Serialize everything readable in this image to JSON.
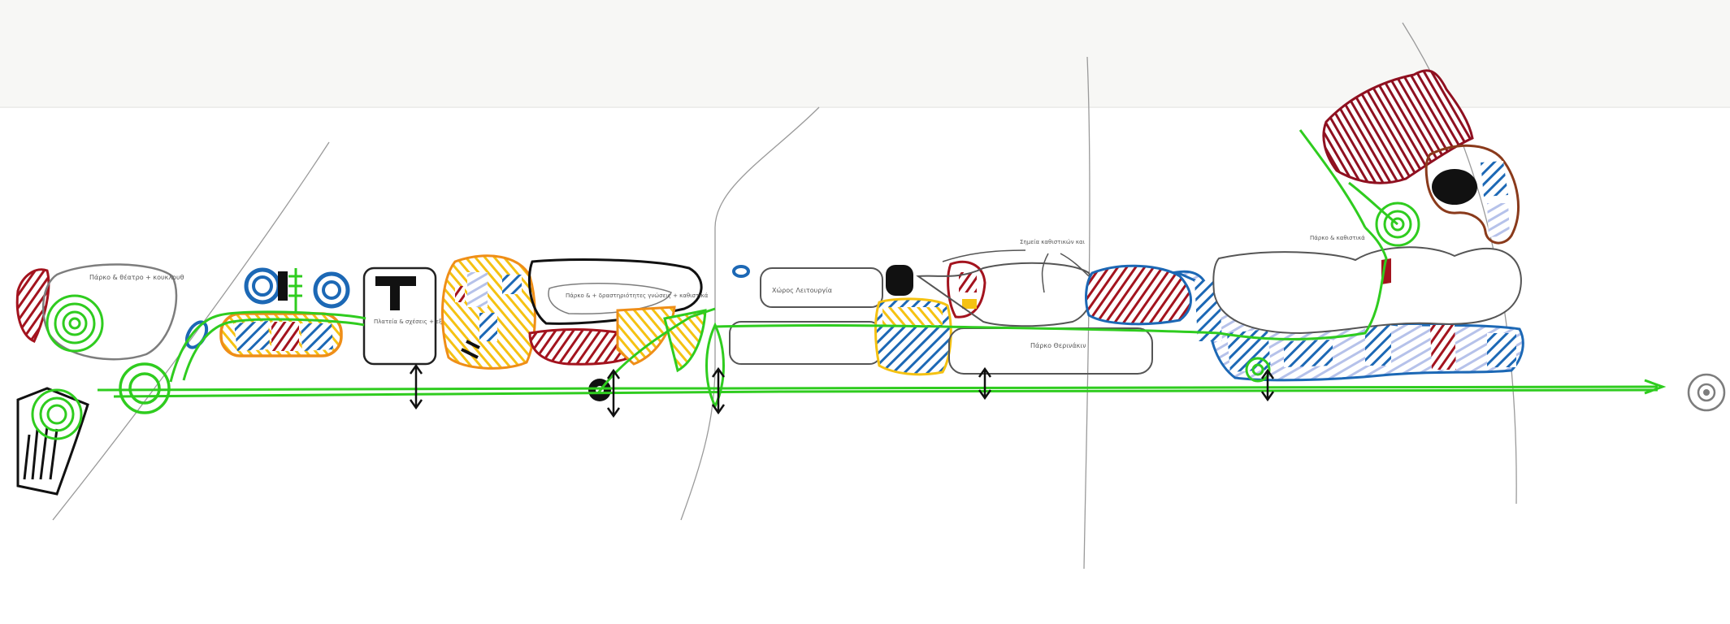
{
  "sheet": {
    "notes": {
      "n1": "Πάρκο & θέατρο + κουκλουθ",
      "n2": "Πλατεία & σχέσεις + εξοπλισμός + καθιστικά",
      "n3": "Πάρκο & + δραστηριότητες γνώσεις + καθιστικά",
      "n4": "Χώρος Λειτουργία",
      "n5": "Σημεία καθιστικών και",
      "n6": "Πάρκο Θερινάκιν",
      "n7": "Πάρκο & καθιστικά"
    },
    "colors": {
      "paper": "#ffffff",
      "pencil": "#9a9a9a",
      "green_path": "#2fcc1f",
      "crimson": "#a3131e",
      "blue": "#1c68b5",
      "lavender": "#b6c2ea",
      "yellow": "#f5c212",
      "orange": "#ef8e18",
      "dark_red": "#8f1020",
      "brown": "#8a3a1b",
      "black": "#111111",
      "grey_outline": "#7d7d7d"
    }
  }
}
